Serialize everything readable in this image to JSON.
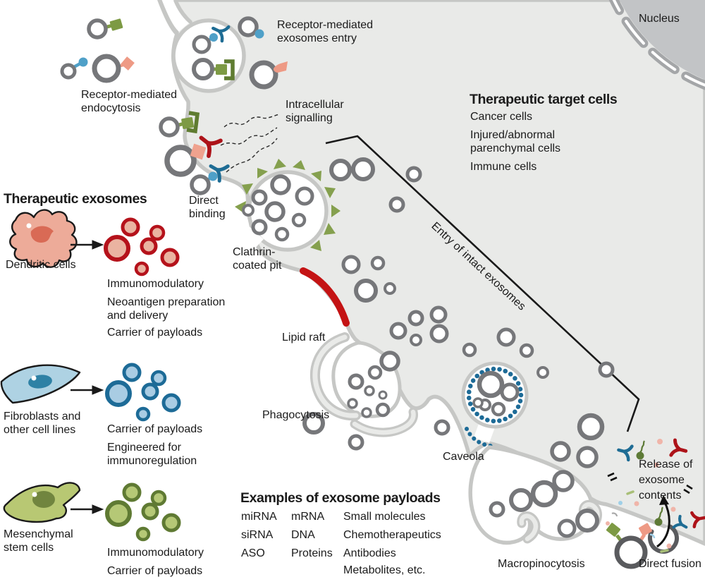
{
  "colors": {
    "cell_fill": "#e9eae8",
    "membrane": "#c6c7c5",
    "nucleus_fill": "#c2c4c6",
    "nucleus_dash": "#a4a6a8",
    "ring_gray": "#76777a",
    "raft_red": "#c41314",
    "exo_red_ring": "#b5121b",
    "exo_red_fill": "#eab3a1",
    "exo_blue_ring": "#1d6b97",
    "exo_blue_fill": "#a9cce3",
    "exo_green_ring": "#5f7a33",
    "exo_green_fill": "#b5c876",
    "olive": "#7d9a44",
    "olive_dark": "#5f7c31",
    "teal": "#1e6c94",
    "ball_blue": "#4fa0c8",
    "red_y": "#ad1319",
    "salmon": "#ee9a85",
    "triangle_green": "#85a04e",
    "text": "#1b1b1b"
  },
  "labels": {
    "nucleus": "Nucleus",
    "receptor_entry_1": "Receptor-mediated",
    "receptor_entry_2": "exosomes entry",
    "endocytosis_1": "Receptor-mediated",
    "endocytosis_2": "endocytosis",
    "target_heading": "Therapeutic target cells",
    "target_1": "Cancer cells",
    "target_2": "Injured/abnormal",
    "target_3": "parenchymal cells",
    "target_4": "Immune cells",
    "intracellular_1": "Intracellular",
    "intracellular_2": "signalling",
    "direct_binding_1": "Direct",
    "direct_binding_2": "binding",
    "exosomes_heading": "Therapeutic exosomes",
    "dendritic": "Dendritic cells",
    "dendritic_p1": "Immunomodulatory",
    "dendritic_p2a": "Neoantigen preparation",
    "dendritic_p2b": "and delivery",
    "dendritic_p3": "Carrier of payloads",
    "clathrin_1": "Clathrin-",
    "clathrin_2": "coated pit",
    "lipid_raft": "Lipid raft",
    "fibroblast_1": "Fibroblasts and",
    "fibroblast_2": "other cell lines",
    "fibro_p1": "Carrier of payloads",
    "fibro_p2a": "Engineered for",
    "fibro_p2b": "immunoregulation",
    "phagocytosis": "Phagocytosis",
    "caveola": "Caveola",
    "mesenchymal_1": "Mesenchymal",
    "mesenchymal_2": "stem cells",
    "mes_p1": "Immunomodulatory",
    "mes_p2": "Carrier of payloads",
    "payload_heading": "Examples of exosome payloads",
    "payload_c1": [
      "miRNA",
      "siRNA",
      "ASO"
    ],
    "payload_c2": [
      "mRNA",
      "DNA",
      "Proteins"
    ],
    "payload_c3": [
      "Small molecules",
      "Chemotherapeutics",
      "Antibodies",
      "Metabolites, etc."
    ],
    "entry_line": "Entry of intact exosomes",
    "release_1": "Release of",
    "release_2": "exosome",
    "release_3": "contents",
    "macropinocytosis": "Macropinocytosis",
    "direct_fusion": "Direct fusion"
  }
}
